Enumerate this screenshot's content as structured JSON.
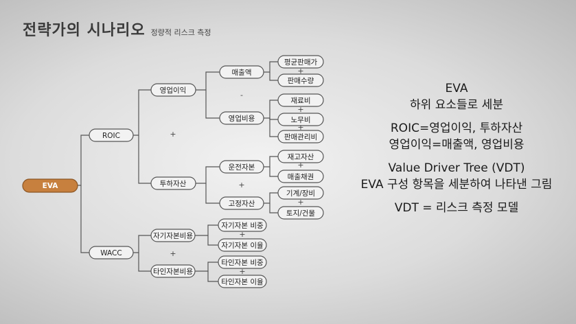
{
  "header": {
    "title": "전략가의 시나리오",
    "subtitle": "정량적 리스크 측정"
  },
  "tree": {
    "root": "EVA",
    "roic": "ROIC",
    "wacc": "WACC",
    "op_profit": "영업이익",
    "invested": "투하자산",
    "sales": "매출액",
    "op_cost": "영업비용",
    "avg_price": "평균판매가",
    "sales_qty": "판매수량",
    "material": "재료비",
    "labor": "노무비",
    "sga": "판매관리비",
    "working_cap": "운전자본",
    "fixed_asset": "고정자산",
    "inventory": "재고자산",
    "receivable": "매출채권",
    "machine": "기계/장비",
    "land": "토지/건물",
    "equity_cost": "자기자본비용",
    "debt_cost": "타인자본비용",
    "equity_ratio": "자기자본 비중",
    "equity_rate": "자기자본 이율",
    "debt_ratio": "타인자본 비중",
    "debt_rate": "타인자본 이율",
    "op_minus": "-",
    "op_plus1": "+",
    "op_plus2": "+",
    "op_plus3": "+",
    "op_plus4": "+",
    "op_plus5": "+",
    "op_plus6": "+",
    "op_plus7": "+",
    "op_plus8": "+",
    "op_plus9": "+",
    "op_plus10": "+"
  },
  "notes": [
    "EVA",
    "하위 요소들로 세분",
    "ROIC=영업이익, 투하자산",
    "영업이익=매출액, 영업비용",
    "Value Driver Tree (VDT)",
    "EVA 구성 항목을 세분하여 나타낸 그림",
    "VDT = 리스크 측정 모델"
  ]
}
